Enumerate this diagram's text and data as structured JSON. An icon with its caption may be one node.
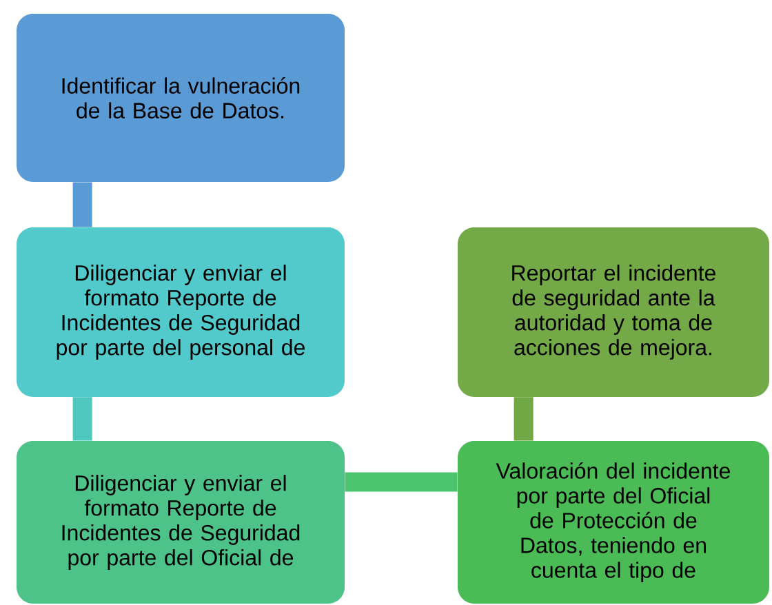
{
  "diagram": {
    "nodes": [
      {
        "text": [
          "Identificar la vulneración de la Base de Datos."
        ]
      },
      {
        "text": [
          "Diligenciar y enviar el formato Reporte de Incidentes de Seguridad por parte del personal de"
        ]
      },
      {
        "text": [
          "Diligenciar y enviar el formato Reporte de Incidentes de Seguridad por parte del Oficial de"
        ]
      },
      {
        "text": [
          "Reportar el incidente de seguridad ante la autoridad y toma de acciones de mejora."
        ]
      },
      {
        "text": [
          "Valoración del incidente por parte del Oficial de Protección de Datos, teniendo en cuenta el tipo de"
        ]
      }
    ],
    "edges": [
      {
        "from": 0,
        "to": 1,
        "arrow": "none",
        "color": "#5b9bd5"
      },
      {
        "from": 1,
        "to": 2,
        "arrow": "none",
        "color": "#4fc9c0"
      },
      {
        "from": 2,
        "to": 4,
        "arrow": "none",
        "color": "#4cc46e"
      },
      {
        "from": 4,
        "to": 3,
        "arrow": "none",
        "color": "#70a846"
      }
    ]
  }
}
